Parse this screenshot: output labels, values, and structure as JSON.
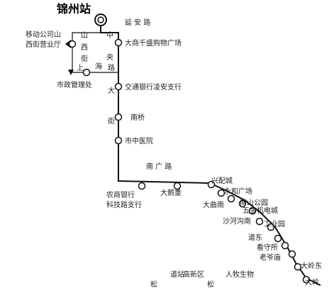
{
  "title": "锦州站",
  "streets": {
    "yanan_road": "延 安 路",
    "shanxi_street": [
      "山",
      "西",
      "街"
    ],
    "zhongyang_street": [
      "中",
      "央"
    ],
    "shanghai_road": [
      "上",
      "海",
      "路"
    ],
    "dajie": [
      "大",
      "街"
    ],
    "nanguang_road": "南 广 路"
  },
  "labels": {
    "mobile_line1": "移动公司山",
    "mobile_line2": "西街营业厅",
    "municipal": "市政管理处",
    "dashang": "大商千盛购物广场",
    "jiaotong": "交通银行凌安支行",
    "nanqiao": "南桥",
    "hospital": "市中医院",
    "nongshang_line1": "农商银行",
    "nongshang_line2": "科技路支行",
    "dapeng": "大鹅重",
    "xingpei": "兴配城",
    "yonghe": "永和广场",
    "dazhongnan": "大曲南",
    "nanshan": "南山公园",
    "wujin": "五金机电城",
    "shahe": "沙河沟南",
    "gongye": "工业园",
    "daodong": "道东",
    "kanshou": "看守所",
    "laoye": "老爷庙",
    "dalingdong": "大岭东",
    "dalingcut": "大岭",
    "bottom": [
      "松",
      "道站",
      "高新区",
      "松",
      "人牧生物"
    ]
  }
}
